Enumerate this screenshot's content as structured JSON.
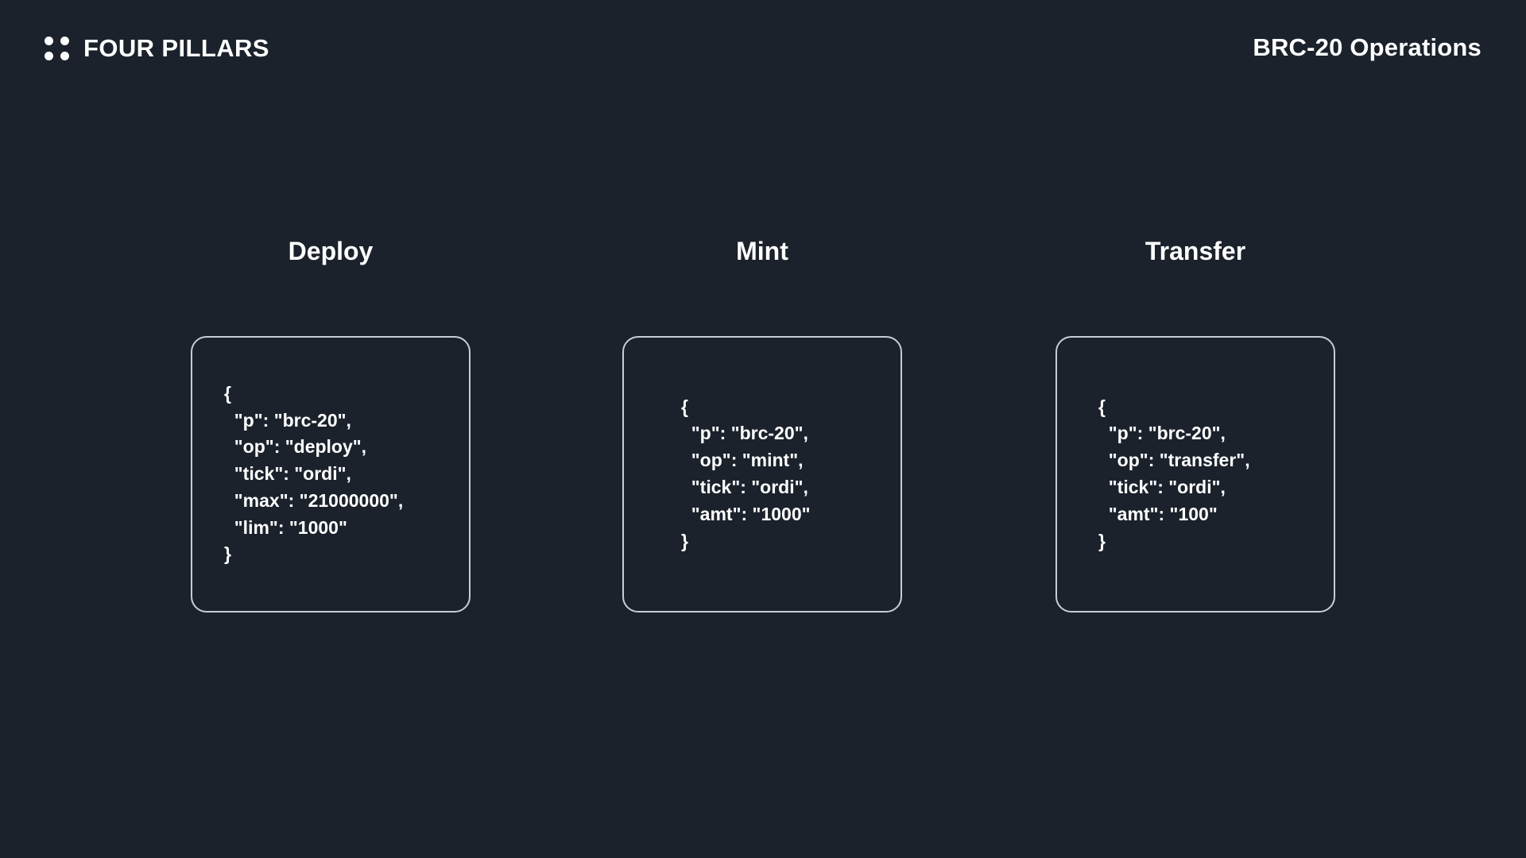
{
  "theme": {
    "background": "#1b222c",
    "text": "#ffffff",
    "card_border": "#c9cdd4"
  },
  "header": {
    "logo_icon": "four-dots-icon",
    "brand": "FOUR PILLARS",
    "title": "BRC-20 Operations"
  },
  "operations": [
    {
      "title": "Deploy",
      "json": "{\n  \"p\": \"brc-20\",\n  \"op\": \"deploy\",\n  \"tick\": \"ordi\",\n  \"max\": \"21000000\",\n  \"lim\": \"1000\"\n}"
    },
    {
      "title": "Mint",
      "json": "{\n  \"p\": \"brc-20\",\n  \"op\": \"mint\",\n  \"tick\": \"ordi\",\n  \"amt\": \"1000\"\n}"
    },
    {
      "title": "Transfer",
      "json": "{\n  \"p\": \"brc-20\",\n  \"op\": \"transfer\",\n  \"tick\": \"ordi\",\n  \"amt\": \"100\"\n}"
    }
  ]
}
